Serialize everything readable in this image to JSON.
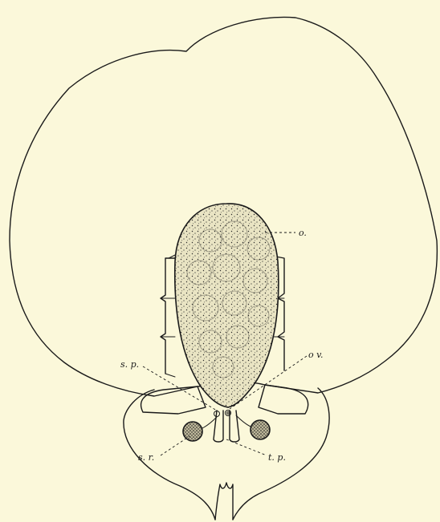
{
  "figure": {
    "colors": {
      "background": "#fbf8da",
      "ink": "#1a1a1a",
      "organ_fill": "#e8e3c2"
    },
    "labels": {
      "ovary": "o.",
      "oviduct": "o v.",
      "s_p": "s. p.",
      "s_r": "s. r.",
      "t_p": "t. p."
    }
  }
}
